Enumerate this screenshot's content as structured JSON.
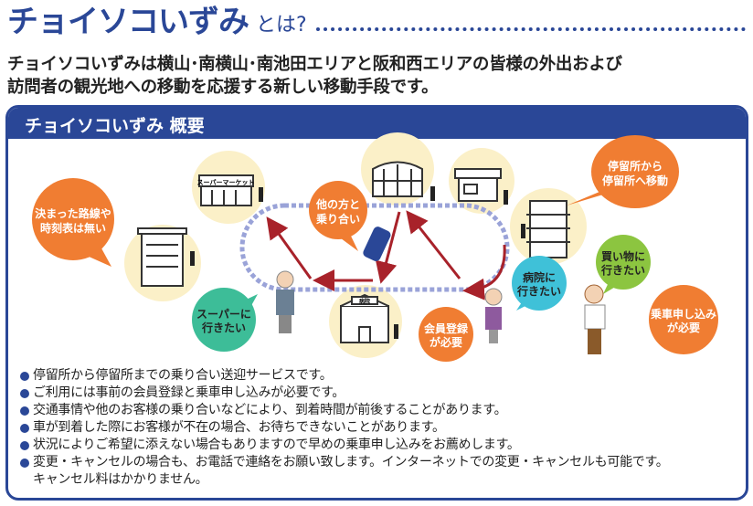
{
  "title": {
    "main": "チョイソコいずみ",
    "sub": "とは?"
  },
  "description": [
    "チョイソコいずみは横山･南横山･南池田エリアと阪和西エリアの皆様の外出および",
    "訪問者の観光地への移動を応援する新しい移動手段です。"
  ],
  "overview": {
    "heading": "チョイソコいずみ 概要",
    "bubbles": {
      "no_route": [
        "決まった路線や",
        "時刻表は無い"
      ],
      "shared": [
        "他の方と",
        "乗り合い"
      ],
      "stop_to_stop": [
        "停留所から",
        "停留所へ移動"
      ],
      "shopping": [
        "買い物に",
        "行きたい"
      ],
      "hospital": [
        "病院に",
        "行きたい"
      ],
      "supermarket": [
        "スーパーに",
        "行きたい"
      ],
      "membership": [
        "会員登録",
        "が必要"
      ],
      "reservation": [
        "乗車申し込み",
        "が必要"
      ]
    },
    "signs": {
      "supermarket": "スーパーマーケット",
      "hospital": "病院"
    },
    "bullets": [
      "停留所から停留所までの乗り合い送迎サービスです。",
      "ご利用には事前の会員登録と乗車申し込みが必要です。",
      "交通事情や他のお客様の乗り合いなどにより、到着時間が前後することがあります。",
      "車が到着した際にお客様が不在の場合、お待ちできないことがあります。",
      "状況によりご希望に添えない場合もありますので早めの乗車申し込みをお薦めします。",
      "変更・キャンセルの場合も、お電話で連絡をお願い致します。インターネットでの変更・キャンセルも可能です。",
      "キャンセル料はかかりません。"
    ]
  },
  "colors": {
    "brand": "#2a4797",
    "orange": "#f07d32",
    "green": "#8cc540",
    "cyan": "#3fc1d8",
    "teal": "#3dbd98",
    "beige": "#fbf0c8",
    "arrow": "#a8222a",
    "route": "#9aa3d8"
  }
}
